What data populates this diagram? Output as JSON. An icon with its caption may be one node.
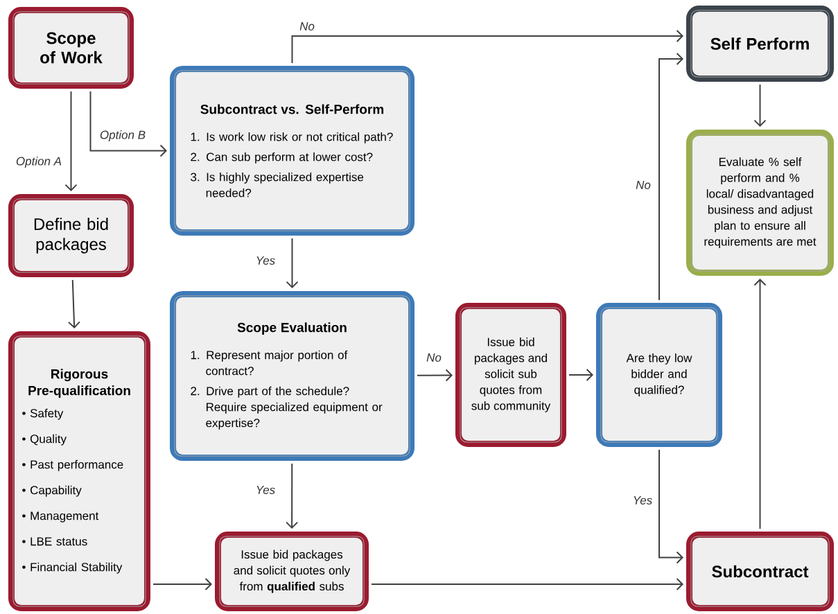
{
  "diagram": {
    "nodes": [
      {
        "text": [
          "Scope of Work"
        ]
      },
      {
        "text": [
          "Subcontract vs. Self-Perform",
          "1. Is work low risk or not critical path?",
          "2. Can sub perform at lower cost?",
          "3. Is highly specialized expertise needed?"
        ]
      },
      {
        "text": [
          "Self Perform"
        ]
      },
      {
        "text": [
          "Define bid packages"
        ]
      },
      {
        "text": [
          "Evaluate % self perform and % local/ disadvantaged business and adjust plan to ensure all requirements are met"
        ]
      },
      {
        "text": [
          "Rigorous Pre-qualification",
          "• Safety",
          "• Quality",
          "• Past performance",
          "• Capability",
          "• Management",
          "• LBE status",
          "• Financial Stability"
        ]
      },
      {
        "text": [
          "Scope Evaluation",
          "1. Represent major portion of contract?",
          "2. Drive part of the schedule? Require specialized equipment or expertise?"
        ]
      },
      {
        "text": [
          "Issue bid packages and solicit sub quotes from sub community"
        ]
      },
      {
        "text": [
          "Are they low bidder and qualified?"
        ]
      },
      {
        "text": [
          "Issue bid packages and solicit quotes only from **qualified** subs"
        ]
      },
      {
        "text": [
          "Subcontract"
        ]
      }
    ],
    "edges": [
      {
        "from": 0,
        "to": 3,
        "arrow": "to",
        "label": "Option A"
      },
      {
        "from": 0,
        "to": 1,
        "arrow": "to",
        "label": "Option B"
      },
      {
        "from": 1,
        "to": 2,
        "arrow": "to",
        "label": "No"
      },
      {
        "from": 1,
        "to": 6,
        "arrow": "to",
        "label": "Yes"
      },
      {
        "from": 3,
        "to": 5,
        "arrow": "to"
      },
      {
        "from": 2,
        "to": 4,
        "arrow": "to"
      },
      {
        "from": 6,
        "to": 7,
        "arrow": "to",
        "label": "No"
      },
      {
        "from": 6,
        "to": 9,
        "arrow": "to",
        "label": "Yes"
      },
      {
        "from": 7,
        "to": 8,
        "arrow": "to"
      },
      {
        "from": 8,
        "to": 2,
        "arrow": "to",
        "label": "No"
      },
      {
        "from": 8,
        "to": 10,
        "arrow": "to",
        "label": "Yes"
      },
      {
        "from": 5,
        "to": 9,
        "arrow": "to"
      },
      {
        "from": 9,
        "to": 10,
        "arrow": "to"
      },
      {
        "from": 10,
        "to": 4,
        "arrow": "to"
      }
    ]
  }
}
